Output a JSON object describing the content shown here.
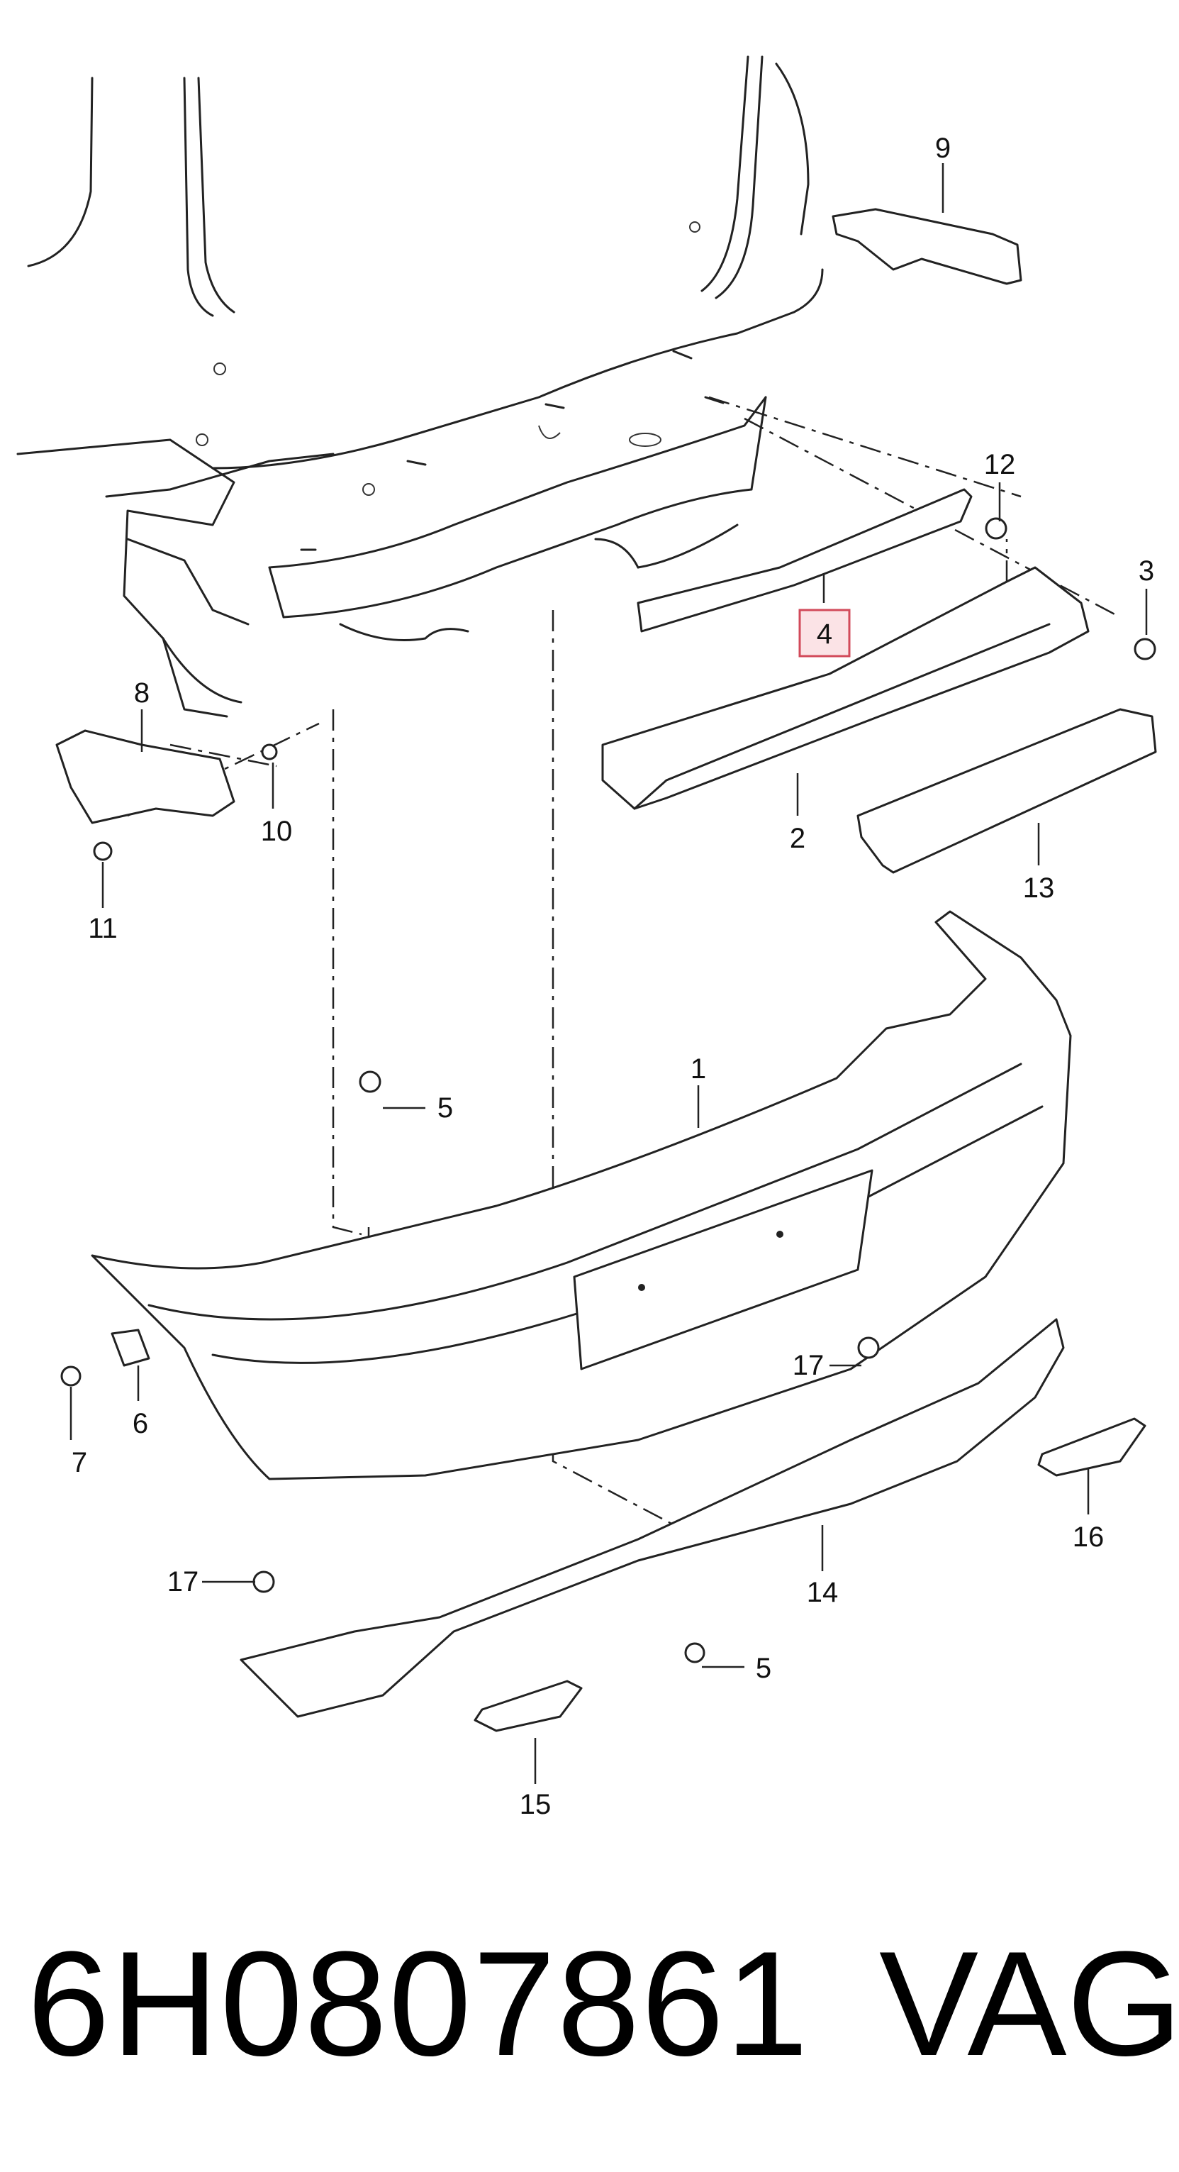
{
  "diagram": {
    "callouts": {
      "c1": "1",
      "c2": "2",
      "c3": "3",
      "c4": "4",
      "c5a": "5",
      "c5b": "5",
      "c6": "6",
      "c7": "7",
      "c8": "8",
      "c9": "9",
      "c10": "10",
      "c11": "11",
      "c12": "12",
      "c13": "13",
      "c14": "14",
      "c15": "15",
      "c16": "16",
      "c17a": "17",
      "c17b": "17"
    },
    "highlighted_callout": "4",
    "colors": {
      "line": "#222222",
      "highlight_fill": "#fbe3e6",
      "highlight_stroke": "#d24a5a"
    }
  },
  "footer": {
    "part_number": "6H0807861",
    "brand": "VAG"
  }
}
